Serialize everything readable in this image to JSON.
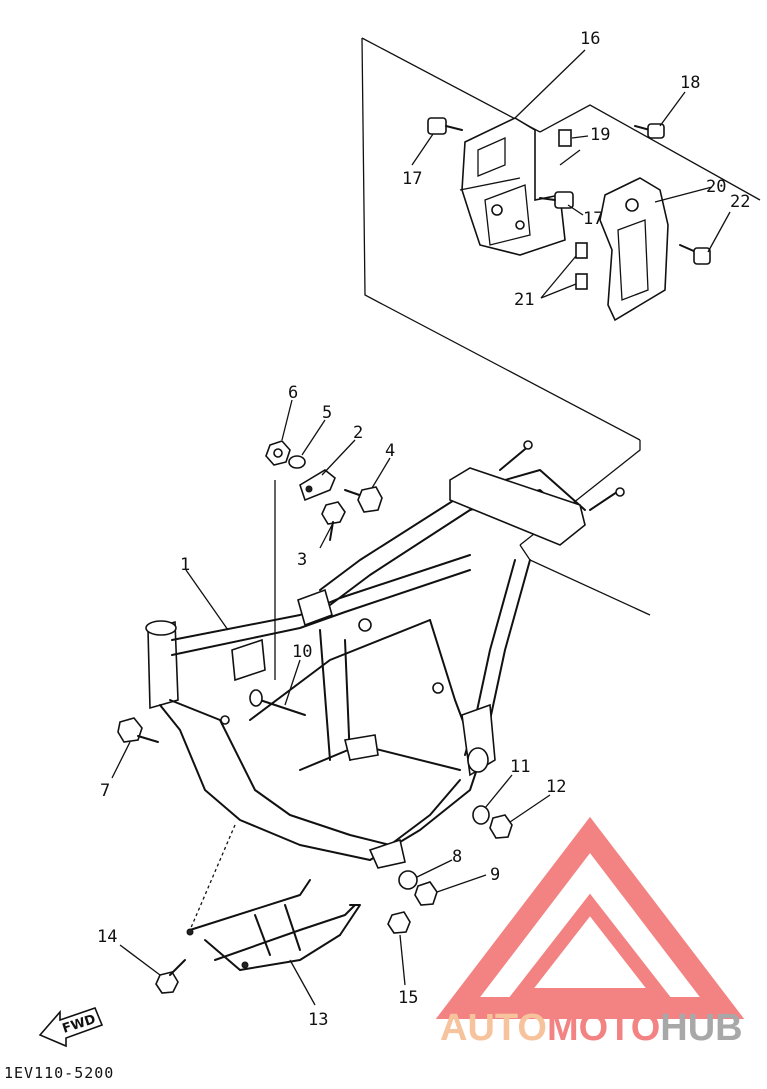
{
  "diagram": {
    "caption": "1EV110-5200",
    "fwd_label": "FWD",
    "callouts": [
      "1",
      "2",
      "3",
      "4",
      "5",
      "6",
      "7",
      "8",
      "9",
      "10",
      "11",
      "12",
      "13",
      "14",
      "15",
      "16",
      "17",
      "17",
      "18",
      "19",
      "20",
      "21",
      "22"
    ]
  },
  "logo": {
    "part1": "AUTO",
    "part2": "MOTO",
    "part3": "HUB",
    "color_primary": "#f26d6d",
    "color_secondary": "#f5b98c",
    "color_tertiary": "#9a9a9a"
  }
}
